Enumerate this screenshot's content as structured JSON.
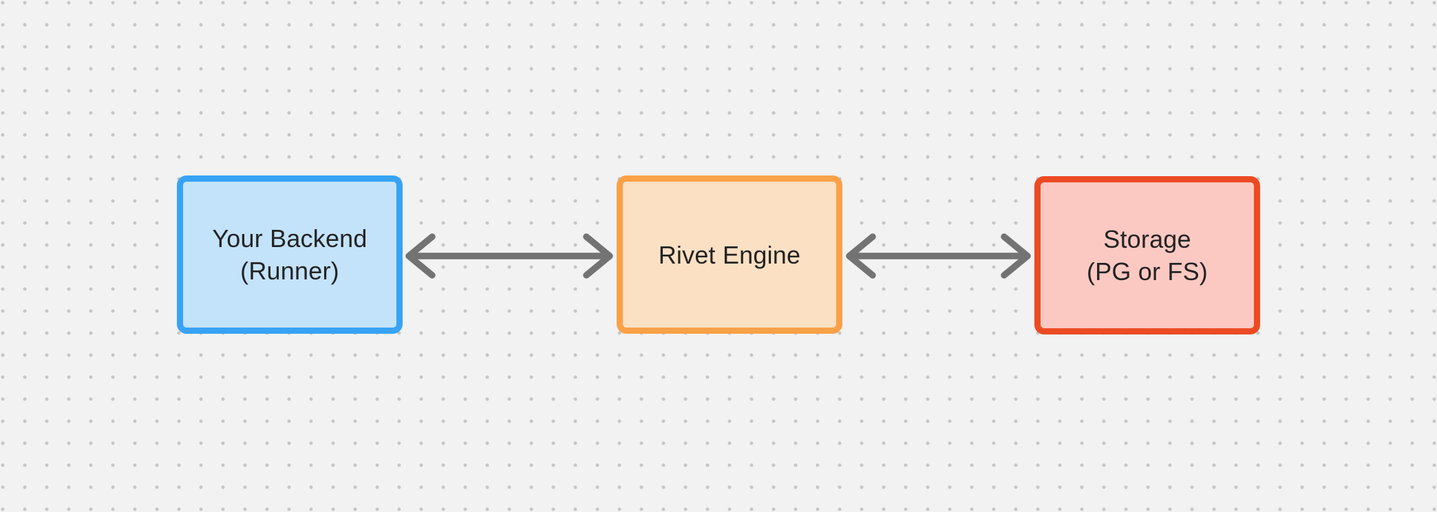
{
  "canvas": {
    "background_color": "#F2F2F2",
    "dot_grid_color": "#C6C6C6",
    "text_color": "#232323"
  },
  "nodes": [
    {
      "id": "your-backend",
      "lines": [
        "Your Backend",
        "(Runner)"
      ],
      "border_color": "#38A3F5",
      "fill_color": "#C3E3FB"
    },
    {
      "id": "rivet-engine",
      "lines": [
        "Rivet Engine",
        ""
      ],
      "border_color": "#F9A148",
      "fill_color": "#FCE0C3"
    },
    {
      "id": "storage",
      "lines": [
        "Storage",
        "(PG or FS)"
      ],
      "border_color": "#EC4A23",
      "fill_color": "#FCC9C2"
    }
  ],
  "connectors": [
    {
      "id": "backend-engine",
      "type": "double-headed-arrow",
      "from": "your-backend",
      "to": "rivet-engine",
      "color": "#737373"
    },
    {
      "id": "engine-storage",
      "type": "double-headed-arrow",
      "from": "rivet-engine",
      "to": "storage",
      "color": "#737373"
    }
  ]
}
